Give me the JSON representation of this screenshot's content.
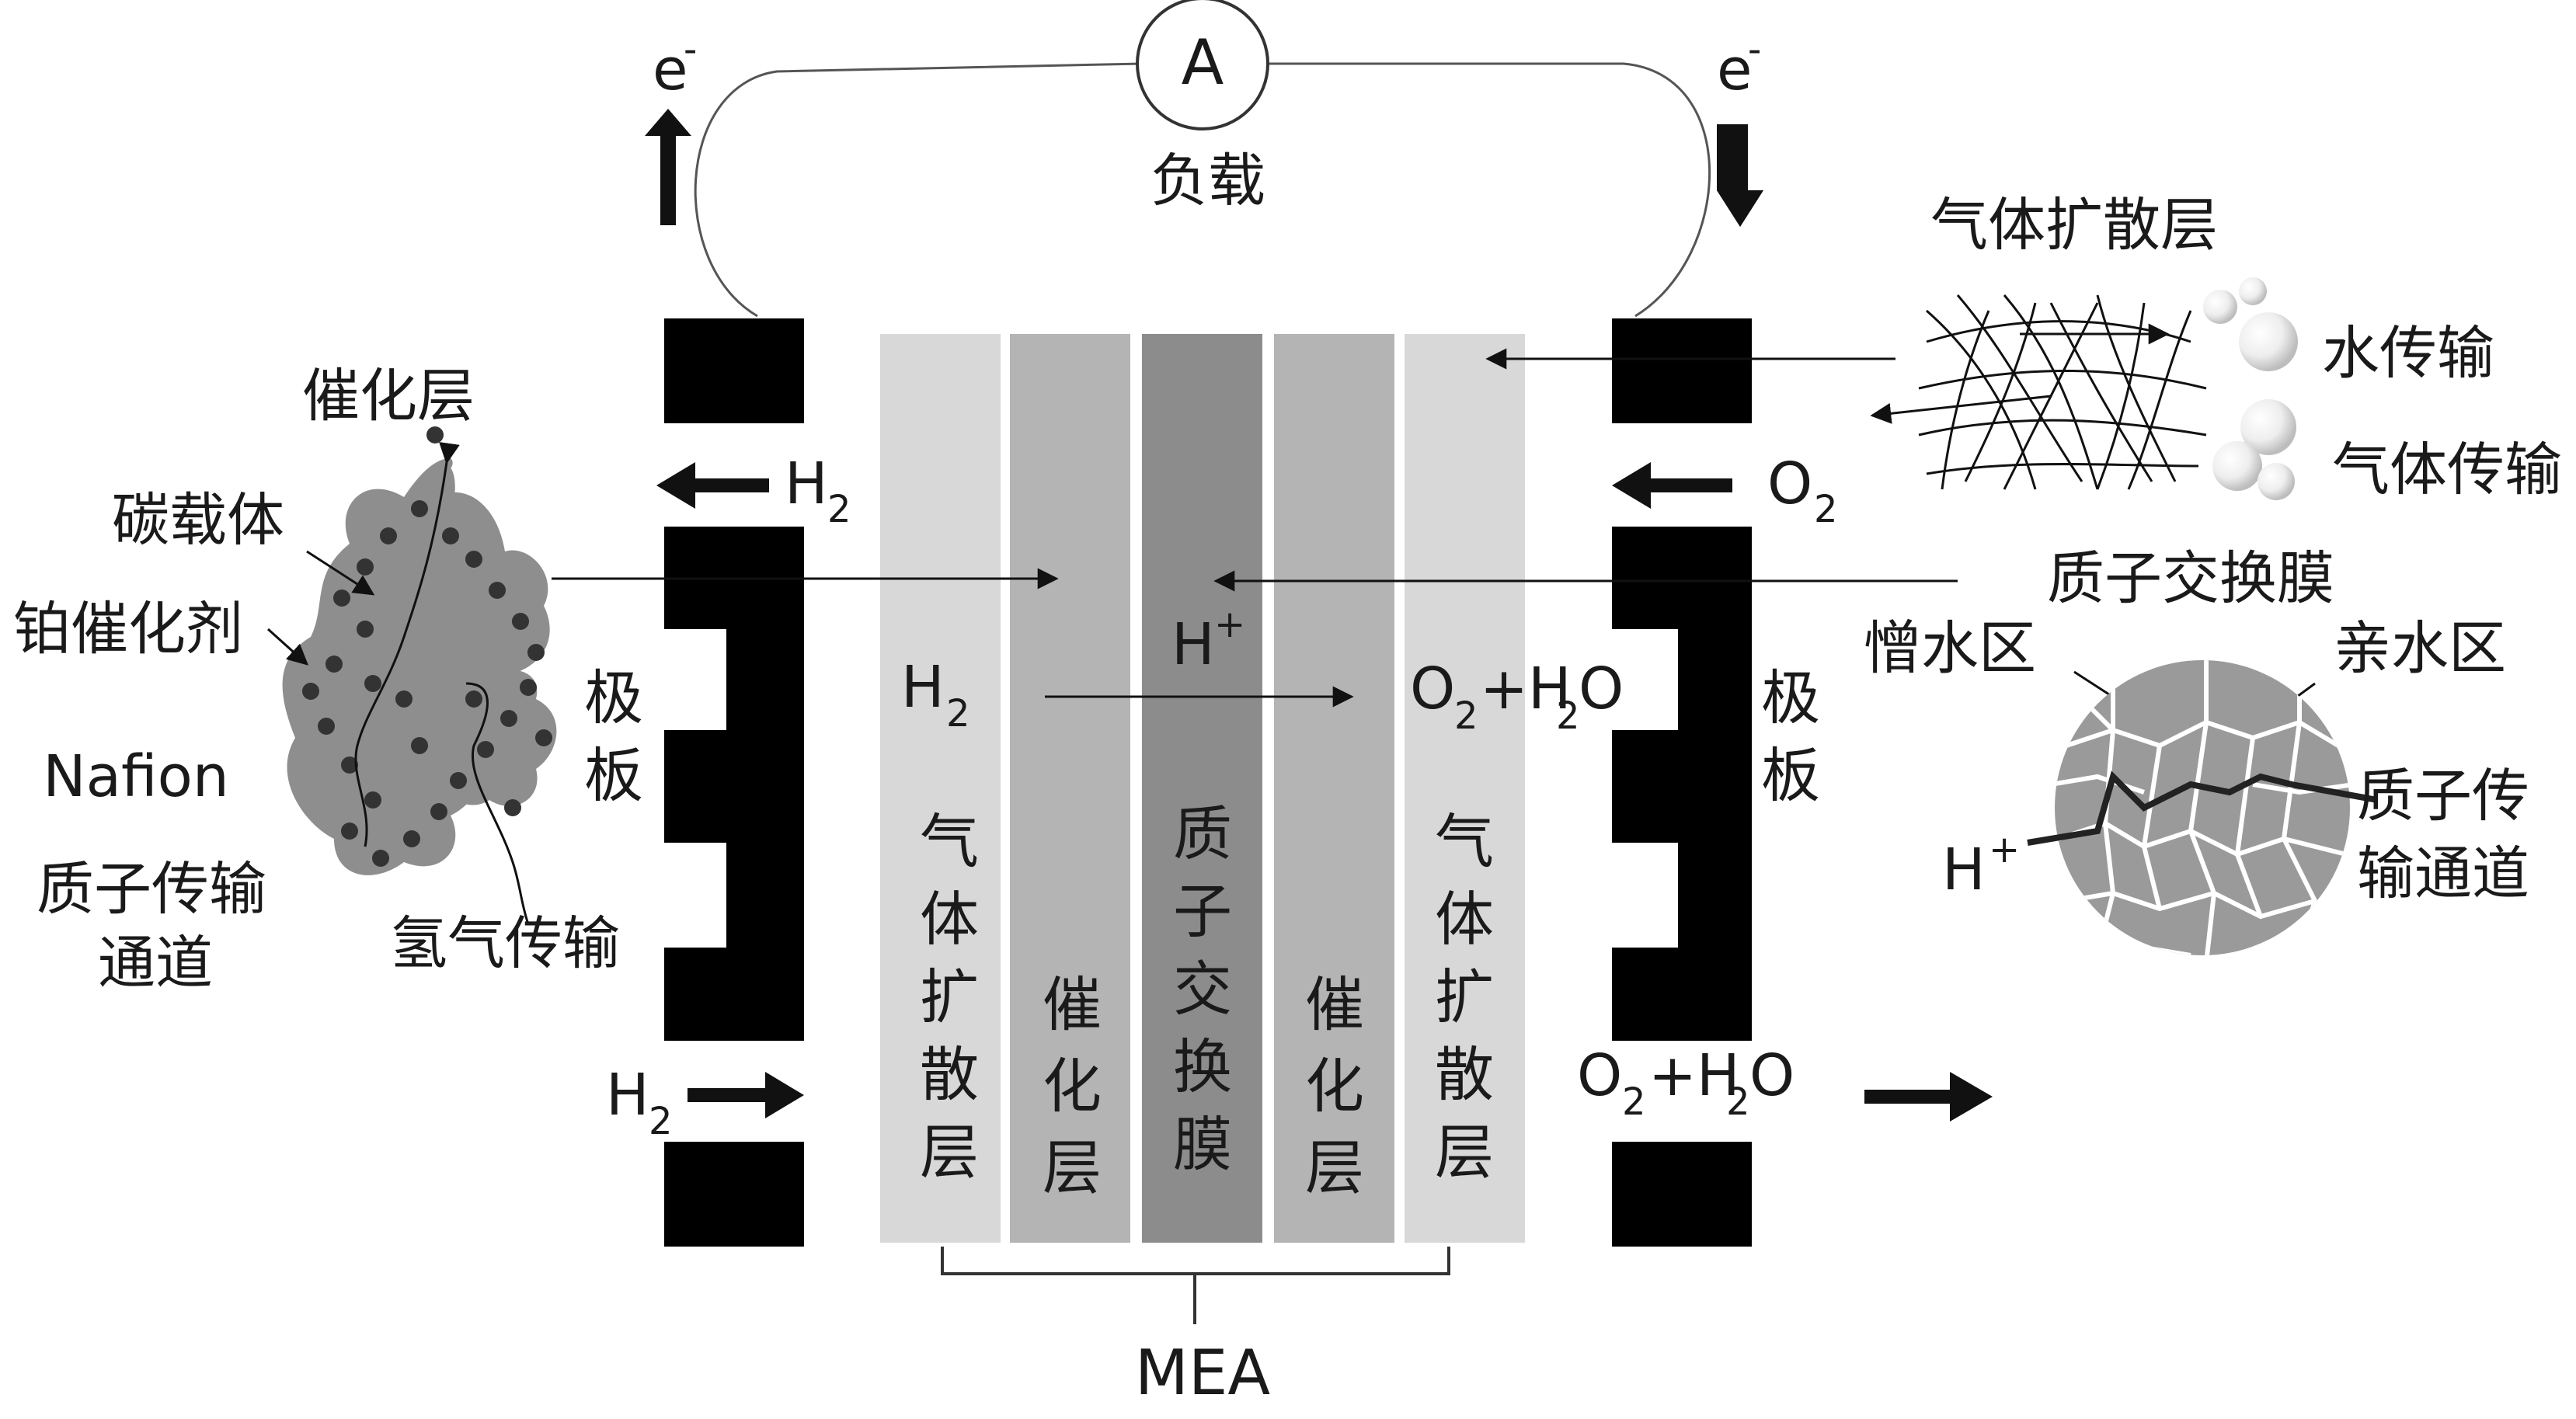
{
  "circuit": {
    "ammeter": "A",
    "load": "负载",
    "electron_left": "e",
    "electron_right": "e",
    "electron_sup": "-"
  },
  "left_inset": {
    "catalyst_layer": "催化层",
    "carbon_support": "碳载体",
    "pt_catalyst": "铂催化剂",
    "nafion": "Nafion",
    "proton_channel_l1": "质子传输",
    "proton_channel_l2": "通道",
    "hydrogen_transport": "氢气传输"
  },
  "cell": {
    "h2_top": "H",
    "h2_top_sub": "2",
    "h2_bottom": "H",
    "h2_bottom_sub": "2",
    "o2_top": "O",
    "o2_top_sub": "2",
    "o2h2o_bottom_o": "O",
    "o2h2o_bottom_o_sub": "2",
    "o2h2o_bottom_h": "+H",
    "o2h2o_bottom_h_sub": "2",
    "o2h2o_bottom_end": "O",
    "plate_left": [
      "极",
      "板"
    ],
    "plate_right": [
      "极",
      "板"
    ],
    "h2_inner": "H",
    "h2_inner_sub": "2",
    "h_plus": "H",
    "h_plus_sup": "+",
    "o2h2o_inner_o": "O",
    "o2h2o_inner_o_sub": "2",
    "o2h2o_inner_h": "+H",
    "o2h2o_inner_h_sub": "2",
    "o2h2o_inner_end": "O",
    "layers": [
      {
        "chars": [
          "气",
          "体",
          "扩",
          "散",
          "层"
        ],
        "color": "#d8d8d8"
      },
      {
        "chars": [
          "催",
          "化",
          "层"
        ],
        "color": "#b4b4b4"
      },
      {
        "chars": [
          "质",
          "子",
          "交",
          "换",
          "膜"
        ],
        "color": "#8c8c8c"
      },
      {
        "chars": [
          "催",
          "化",
          "层"
        ],
        "color": "#b4b4b4"
      },
      {
        "chars": [
          "气",
          "体",
          "扩",
          "散",
          "层"
        ],
        "color": "#d8d8d8"
      }
    ],
    "mea": "MEA"
  },
  "right_inset": {
    "gdl": "气体扩散层",
    "water_transport": "水传输",
    "gas_transport": "气体传输",
    "pem": "质子交换膜",
    "hydrophobic": "憎水区",
    "hydrophilic": "亲水区",
    "proton_channel_l1": "质子传",
    "proton_channel_l2": "输通道",
    "h_plus": "H",
    "h_plus_sup": "+"
  }
}
